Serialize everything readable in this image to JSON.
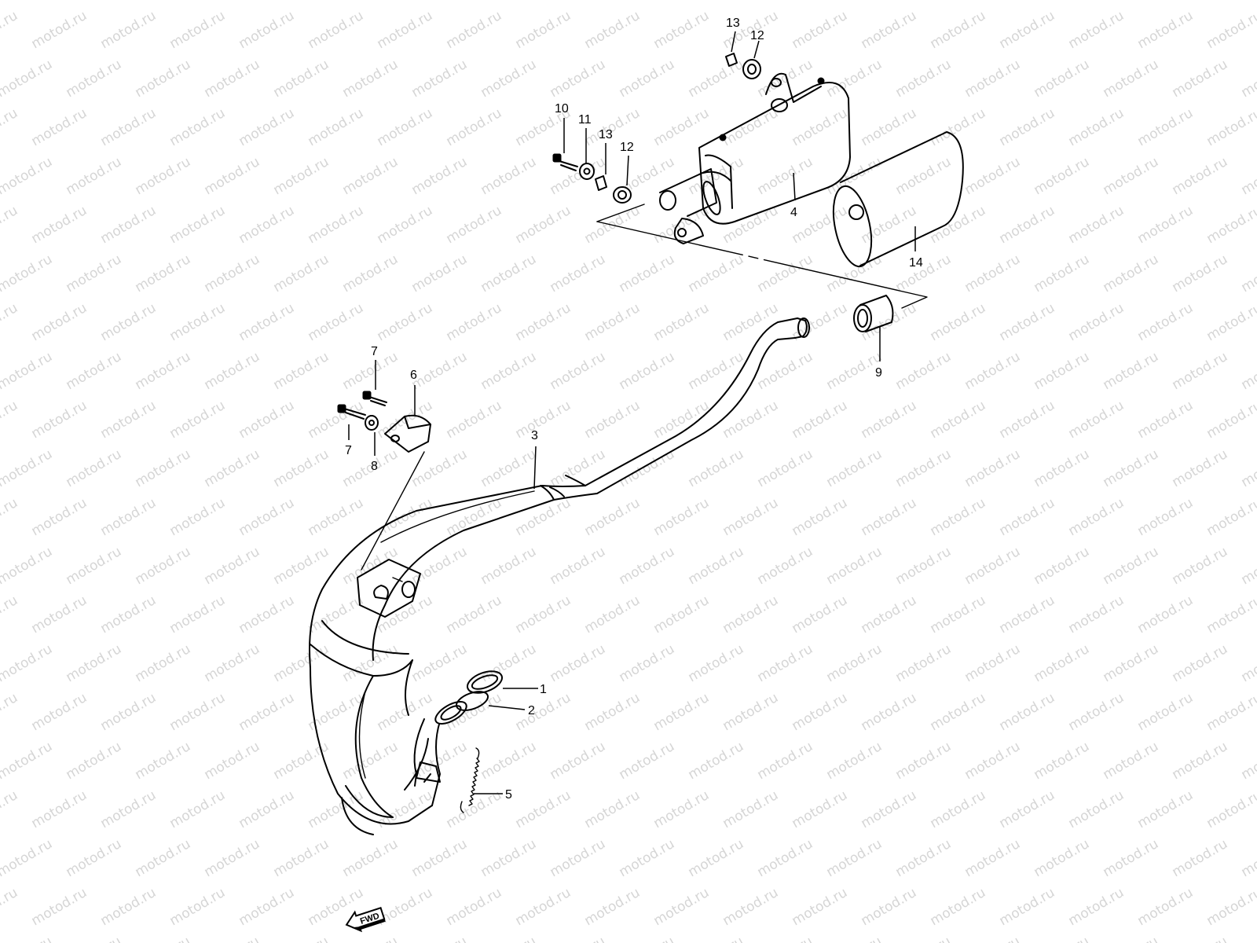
{
  "watermark": "motod.ru",
  "callouts": {
    "c1": "1",
    "c2": "2",
    "c3": "3",
    "c4": "4",
    "c5": "5",
    "c6": "6",
    "c7a": "7",
    "c7b": "7",
    "c8": "8",
    "c9": "9",
    "c10": "10",
    "c11": "11",
    "c12a": "12",
    "c12b": "12",
    "c13a": "13",
    "c13b": "13",
    "c14": "14"
  },
  "forward_arrow": "FWD"
}
